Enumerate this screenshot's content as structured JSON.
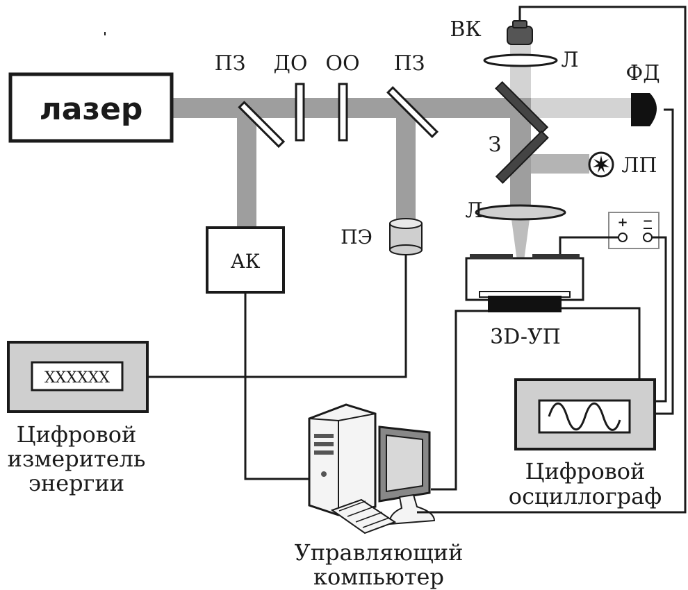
{
  "labels": {
    "laser": "лазер",
    "beam_splitter_1": "ПЗ",
    "diffractive_optics": "ДО",
    "lens_element": "ОО",
    "beam_splitter_2": "ПЗ",
    "video_camera": "ВК",
    "lens_top": "Л",
    "photodiode": "ФД",
    "mirror": "З",
    "light_source": "ЛП",
    "lens_bottom": "Л",
    "attenuator": "АК",
    "energy_sensor": "ПЭ",
    "stage": "3D-УП",
    "energy_meter_display": "XXXXXX",
    "energy_meter_caption_1": "Цифровой",
    "energy_meter_caption_2": "измеритель",
    "energy_meter_caption_3": "энергии",
    "oscilloscope_caption_1": "Цифровой",
    "oscilloscope_caption_2": "осциллограф",
    "computer_caption_1": "Управляющий",
    "computer_caption_2": "компьютер",
    "plus": "+",
    "minus": "−"
  },
  "colors": {
    "beam": "#9e9e9e",
    "beam_light": "#d0d0d0",
    "box_fill": "#cfcfcf",
    "line": "#1a1a1a"
  }
}
